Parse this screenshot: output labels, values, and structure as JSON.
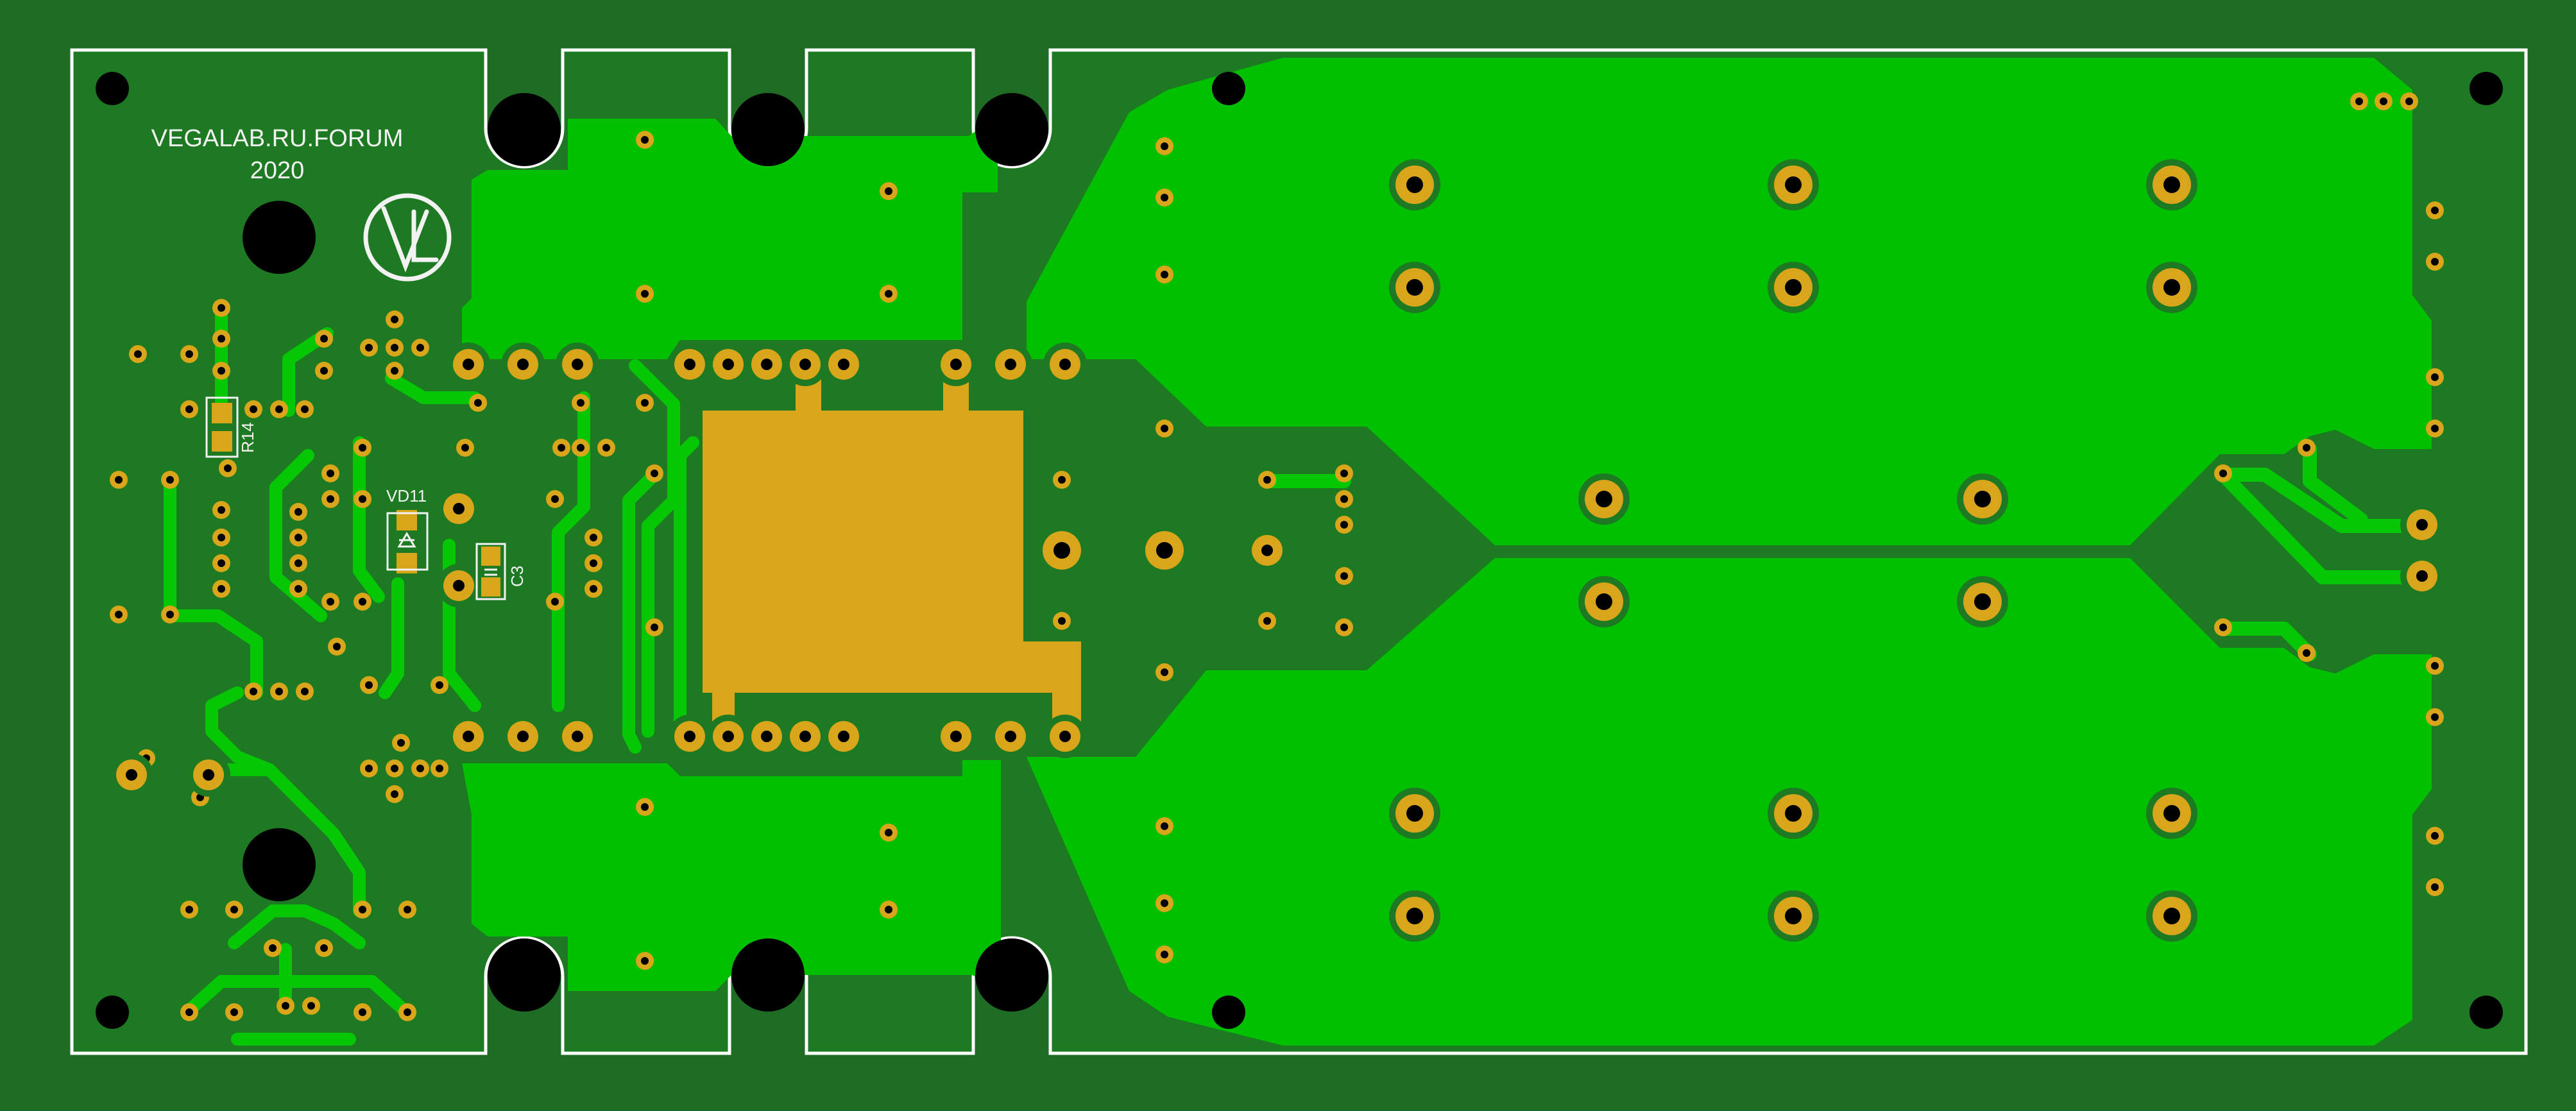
{
  "board": {
    "colors": {
      "background": "#1f6d24",
      "board_edge": "#ffffff",
      "copper_ground": "#1e7a22",
      "copper_pour": "#00c000",
      "trace": "#05c705",
      "pad": "#d9a51a",
      "drill": "#000000",
      "silkscreen": "#f2f2f2"
    },
    "silkscreen": {
      "forum_label": "VEGALAB.RU.FORUM",
      "year_label": "2020",
      "logo_icon": "vl-logo-icon"
    },
    "components": [
      {
        "ref": "R14"
      },
      {
        "ref": "VD11"
      },
      {
        "ref": "C3"
      }
    ]
  }
}
